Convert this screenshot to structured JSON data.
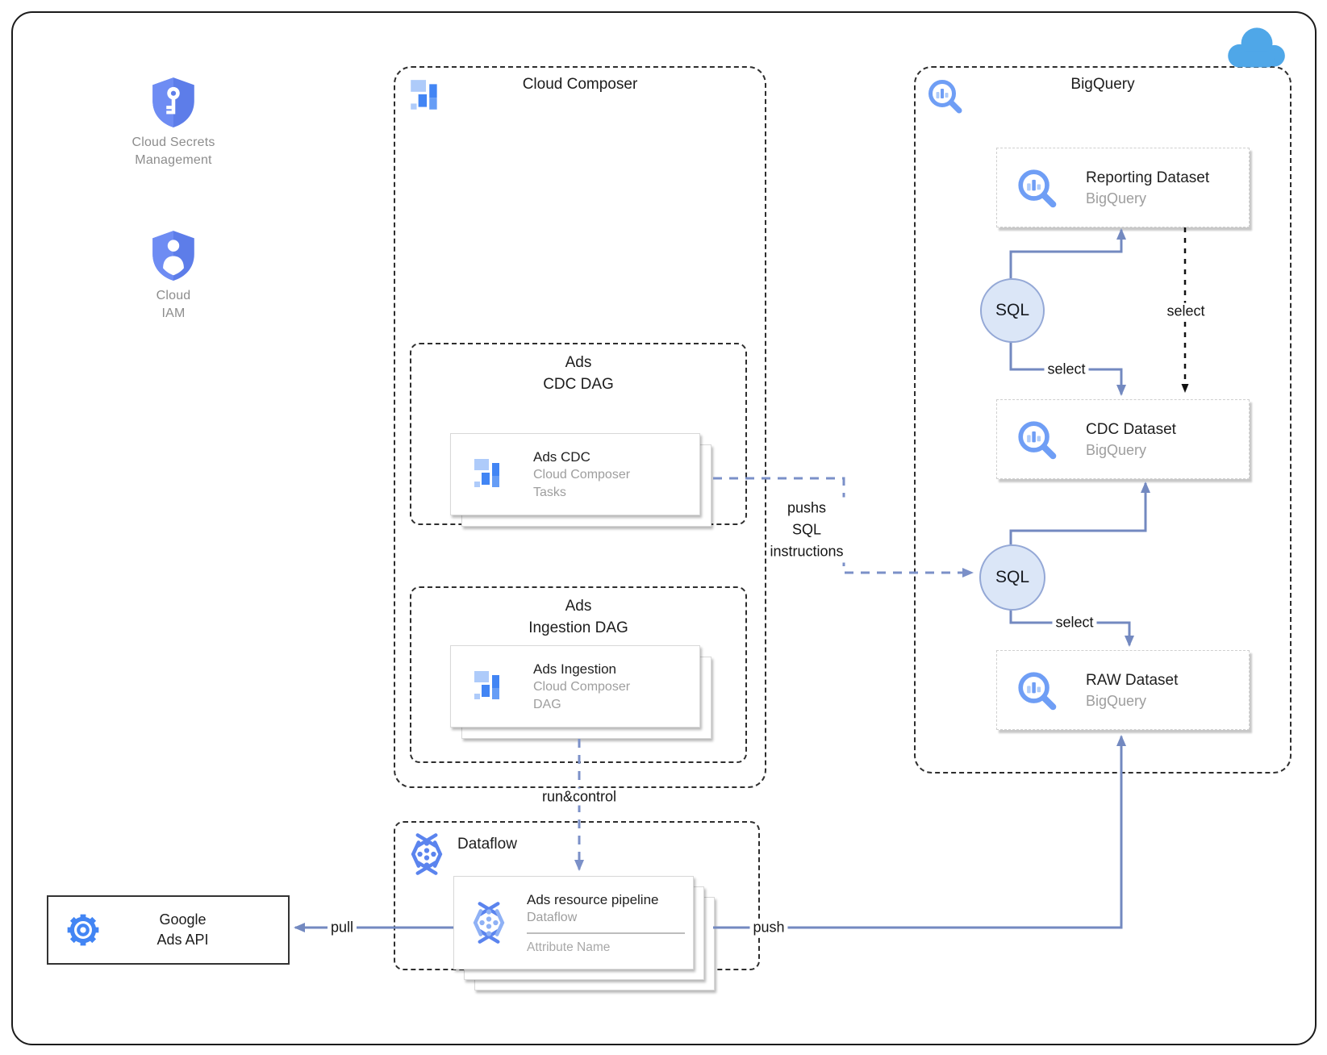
{
  "palette": {
    "accent_blue": "#4285f4",
    "mid_blue": "#669df6",
    "light_blue": "#aecbfa",
    "shield_blue": "#5d7de9",
    "arrow_blue_gray": "#7389c0",
    "cloud_blue": "#4fa7e8",
    "sql_fill": "#dbe6f7",
    "sql_stroke": "#94a8d6"
  },
  "icons": {
    "secrets": "shield-key-icon",
    "iam": "shield-person-icon",
    "composer": "cloud-composer-icon",
    "bigquery": "bigquery-magnifier-icon",
    "dataflow": "dataflow-icon",
    "ads_api": "gear-icon",
    "corner": "cloud-icon"
  },
  "left_nodes": {
    "secrets": {
      "label1": "Cloud Secrets",
      "label2": "Management"
    },
    "iam": {
      "label1": "Cloud",
      "label2": "IAM"
    }
  },
  "composer": {
    "title": "Cloud Composer",
    "cdc_dag": {
      "title1": "Ads",
      "title2": "CDC DAG",
      "card": {
        "title": "Ads CDC",
        "sub1": "Cloud Composer",
        "sub2": "Tasks"
      }
    },
    "ingestion_dag": {
      "title1": "Ads",
      "title2": "Ingestion DAG",
      "card": {
        "title": "Ads Ingestion",
        "sub1": "Cloud Composer",
        "sub2": "DAG"
      }
    }
  },
  "bigquery": {
    "title": "BigQuery",
    "cards": [
      {
        "title": "Reporting Dataset",
        "sub": "BigQuery"
      },
      {
        "title": "CDC Dataset",
        "sub": "BigQuery"
      },
      {
        "title": "RAW Dataset",
        "sub": "BigQuery"
      }
    ],
    "sql_top": "SQL",
    "sql_bottom": "SQL"
  },
  "dataflow": {
    "title": "Dataflow",
    "card": {
      "title": "Ads resource pipeline",
      "sub": "Dataflow",
      "attribute": "Attribute Name"
    }
  },
  "ads_api": {
    "label1": "Google",
    "label2": "Ads API"
  },
  "edge_labels": {
    "pushs1": "pushs",
    "pushs2": "SQL",
    "pushs3": "instructions",
    "run_control": "run&control",
    "pull": "pull",
    "push": "push",
    "select_sql1_cdc": "select",
    "select_reporting_cdc": "select",
    "select_sql2_raw": "select"
  }
}
